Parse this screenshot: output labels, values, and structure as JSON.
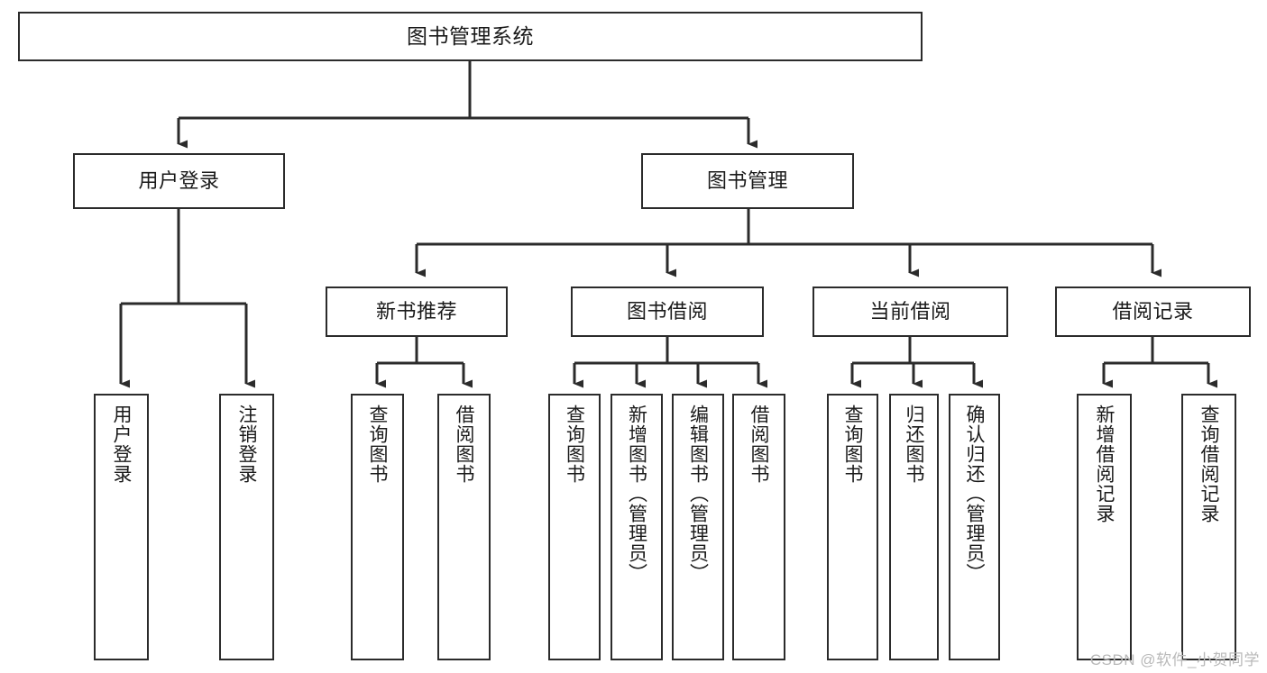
{
  "diagram": {
    "title": "图书管理系统",
    "watermark": "CSDN @软件_小贺同学",
    "colors": {
      "stroke": "#2b2b2b",
      "background": "#ffffff",
      "text": "#1a1a1a",
      "watermark": "#b9b9b9"
    },
    "levels": {
      "root": {
        "label": "图书管理系统"
      },
      "level2": [
        {
          "label": "用户登录"
        },
        {
          "label": "图书管理"
        }
      ],
      "level3": [
        {
          "label": "新书推荐"
        },
        {
          "label": "图书借阅"
        },
        {
          "label": "当前借阅"
        },
        {
          "label": "借阅记录"
        }
      ],
      "leaves": [
        {
          "label": "用户登录"
        },
        {
          "label": "注销登录"
        },
        {
          "label": "查询图书"
        },
        {
          "label": "借阅图书"
        },
        {
          "label": "查询图书"
        },
        {
          "label": "新增图书（管理员）"
        },
        {
          "label": "编辑图书（管理员）"
        },
        {
          "label": "借阅图书"
        },
        {
          "label": "查询图书"
        },
        {
          "label": "归还图书"
        },
        {
          "label": "确认归还（管理员）"
        },
        {
          "label": "新增借阅记录"
        },
        {
          "label": "查询借阅记录"
        }
      ]
    },
    "tree": {
      "name": "图书管理系统",
      "children": [
        {
          "name": "用户登录",
          "children": [
            {
              "name": "用户登录"
            },
            {
              "name": "注销登录"
            }
          ]
        },
        {
          "name": "图书管理",
          "children": [
            {
              "name": "新书推荐",
              "children": [
                {
                  "name": "查询图书"
                },
                {
                  "name": "借阅图书"
                }
              ]
            },
            {
              "name": "图书借阅",
              "children": [
                {
                  "name": "查询图书"
                },
                {
                  "name": "新增图书（管理员）"
                },
                {
                  "name": "编辑图书（管理员）"
                },
                {
                  "name": "借阅图书"
                }
              ]
            },
            {
              "name": "当前借阅",
              "children": [
                {
                  "name": "查询图书"
                },
                {
                  "name": "归还图书"
                },
                {
                  "name": "确认归还（管理员）"
                }
              ]
            },
            {
              "name": "借阅记录",
              "children": [
                {
                  "name": "新增借阅记录"
                },
                {
                  "name": "查询借阅记录"
                }
              ]
            }
          ]
        }
      ]
    }
  }
}
